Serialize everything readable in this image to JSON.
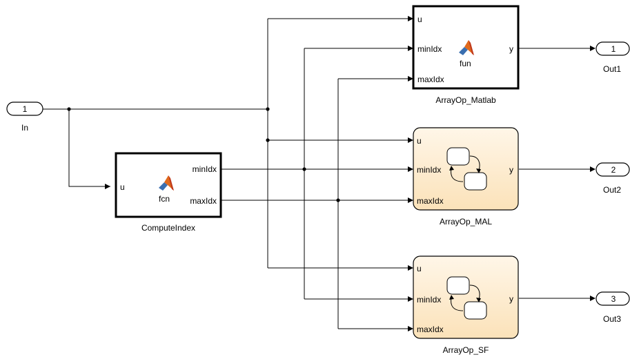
{
  "inport": {
    "number": "1",
    "name": "In"
  },
  "outports": [
    {
      "number": "1",
      "name": "Out1"
    },
    {
      "number": "2",
      "name": "Out2"
    },
    {
      "number": "3",
      "name": "Out3"
    }
  ],
  "compute_index": {
    "name": "ComputeIndex",
    "in_port": "u",
    "out_ports": [
      "minIdx",
      "maxIdx"
    ],
    "function_label": "fcn"
  },
  "array_op_matlab": {
    "name": "ArrayOp_Matlab",
    "in_ports": [
      "u",
      "minIdx",
      "maxIdx"
    ],
    "out_port": "y",
    "function_label": "fun"
  },
  "array_op_mal": {
    "name": "ArrayOp_MAL",
    "in_ports": [
      "u",
      "minIdx",
      "maxIdx"
    ],
    "out_port": "y"
  },
  "array_op_sf": {
    "name": "ArrayOp_SF",
    "in_ports": [
      "u",
      "minIdx",
      "maxIdx"
    ],
    "out_port": "y"
  },
  "colors": {
    "line": "#000000",
    "chart_fill_top": "#fff6e8",
    "chart_fill_bottom": "#fbe2b9",
    "matlab_orange": "#e16a1c",
    "matlab_blue": "#3a6fb0"
  }
}
